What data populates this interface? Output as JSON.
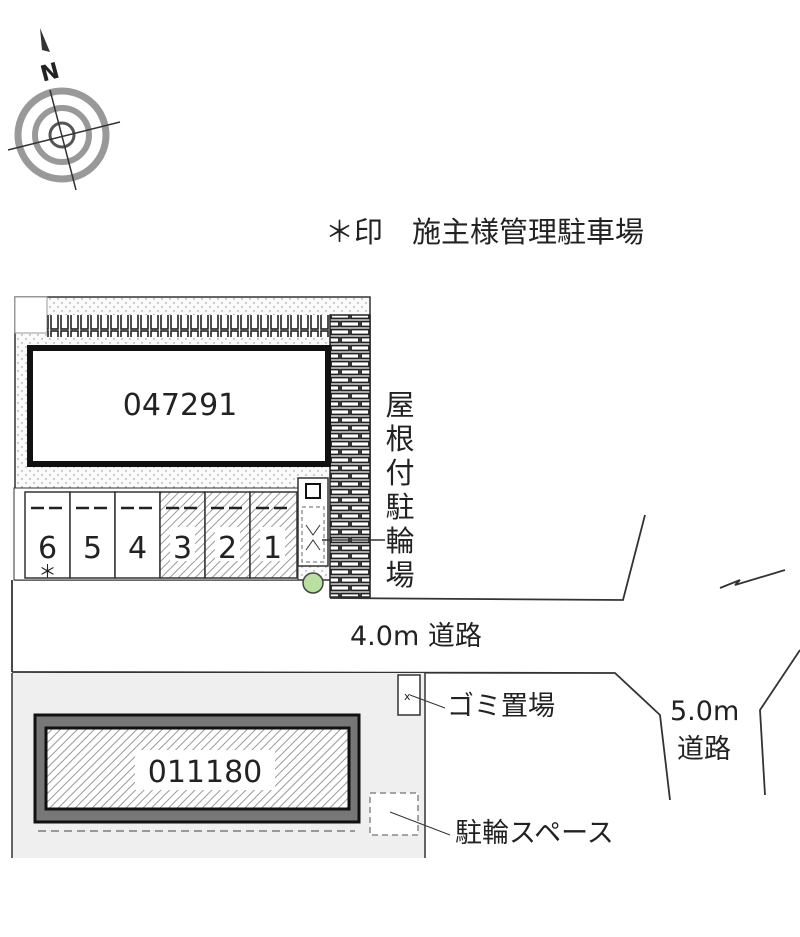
{
  "compass": {
    "north_label": "N"
  },
  "legend": {
    "text": "＊印　施主様管理駐車場"
  },
  "buildings": {
    "north": {
      "id": "047291"
    },
    "south": {
      "id": "011180"
    }
  },
  "parking": {
    "spaces": [
      {
        "number": "6",
        "mark": "＊",
        "owner_managed": true,
        "hatched": false
      },
      {
        "number": "5",
        "mark": "",
        "owner_managed": false,
        "hatched": false
      },
      {
        "number": "4",
        "mark": "",
        "owner_managed": false,
        "hatched": false
      },
      {
        "number": "3",
        "mark": "",
        "owner_managed": false,
        "hatched": true
      },
      {
        "number": "2",
        "mark": "",
        "owner_managed": false,
        "hatched": true
      },
      {
        "number": "1",
        "mark": "",
        "owner_managed": false,
        "hatched": true
      }
    ]
  },
  "labels": {
    "covered_bike_parking": [
      "屋",
      "根",
      "付",
      "駐",
      "輪",
      "場"
    ],
    "road_4m": "4.0m 道路",
    "road_5m_line1": "5.0m",
    "road_5m_line2": "道路",
    "garbage": "ゴミ置場",
    "bike_space": "駐輪スペース"
  },
  "colors": {
    "lot_gray": "#efefef",
    "hatch": "#9a9a9a",
    "tree": "#b8e0a0",
    "building_border": "#777777"
  }
}
